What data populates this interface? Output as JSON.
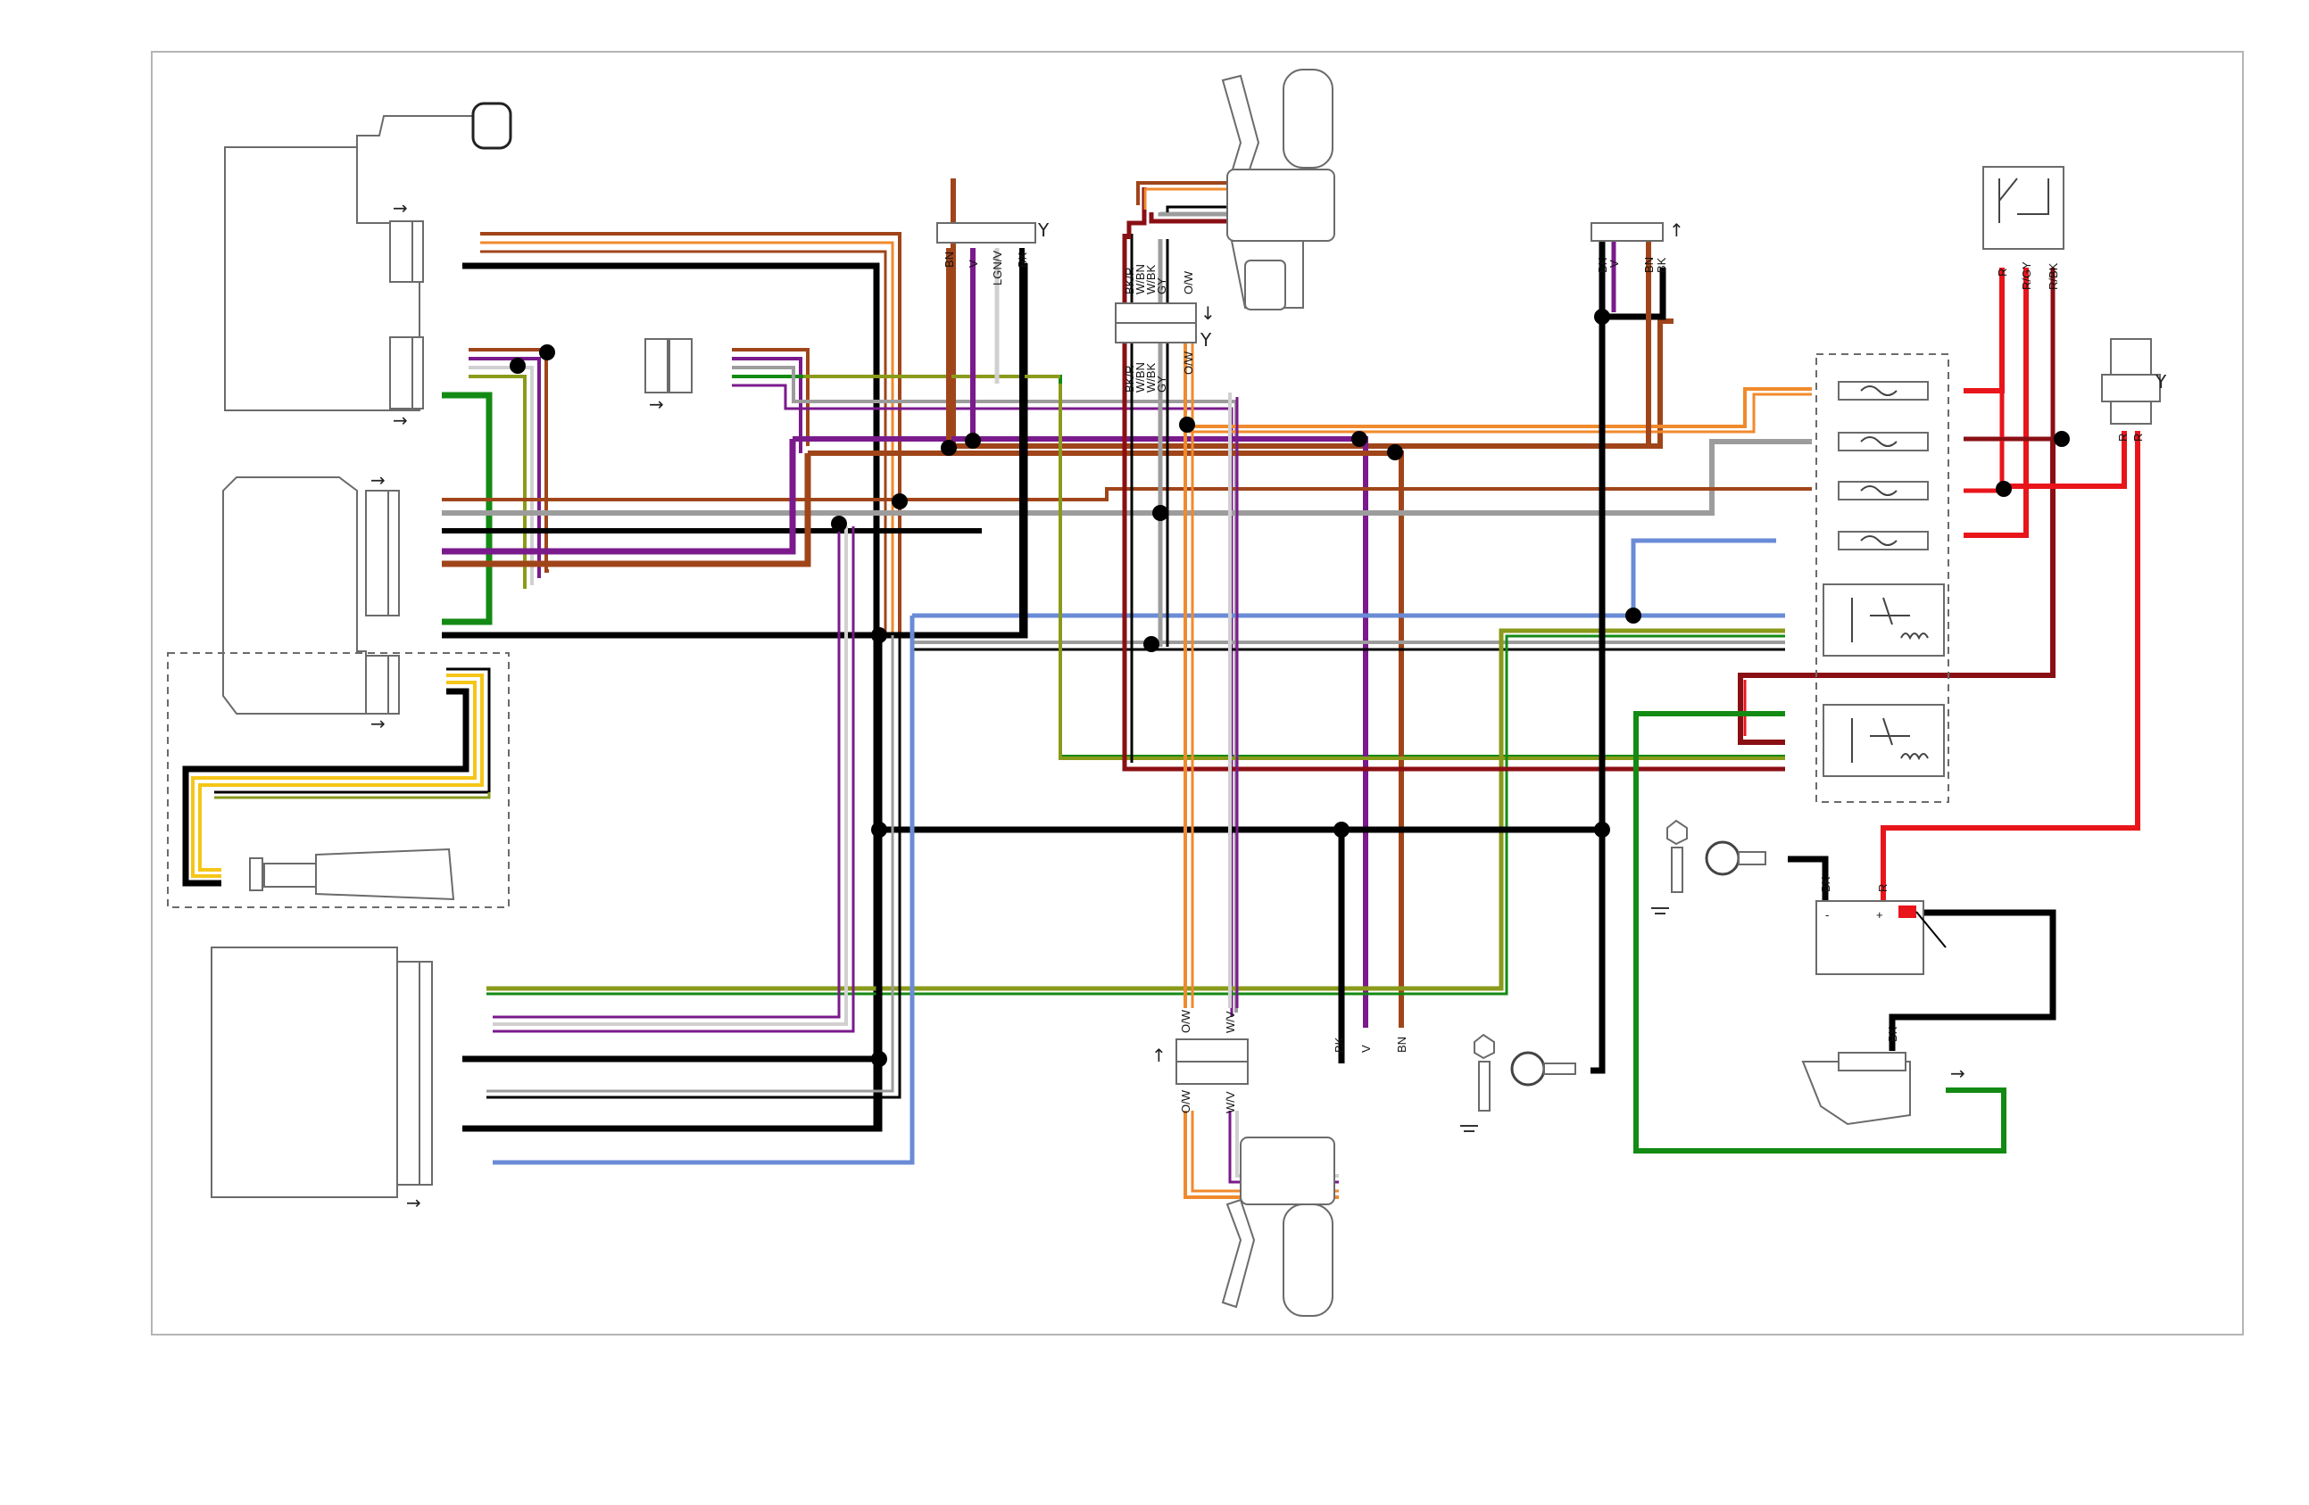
{
  "diagram": {
    "colors": {
      "black": "#000000",
      "brown": "#a0451a",
      "violet": "#7a1a8c",
      "green": "#138a13",
      "red": "#e8151b",
      "darkred": "#8a0f14",
      "orange": "#f08a2c",
      "yellow": "#f5c518",
      "blue": "#6a8bd6",
      "grey": "#9c9c9c",
      "olive": "#8a9a1a",
      "lightgrey": "#d0d0d0"
    },
    "connector_top_left": {
      "labels": [
        "BN",
        "V",
        "LGN/V",
        "BK"
      ]
    },
    "connector_top_mid_upper": {
      "labels": [
        "BK/R",
        "W/BN",
        "W/BK",
        "GY",
        "O/W"
      ]
    },
    "connector_top_mid_lower": {
      "labels": [
        "BK/R",
        "W/BN",
        "W/BK",
        "GY",
        "O/W"
      ]
    },
    "connector_top_right": {
      "labels": [
        "BK",
        "V",
        "BN",
        "BK"
      ]
    },
    "relay_top_right": {
      "labels": [
        "R",
        "R/GY",
        "R/BK"
      ]
    },
    "ignition_switch": {
      "labels": [
        "R",
        "R"
      ]
    },
    "battery": {
      "labels": [
        "BK",
        "R"
      ],
      "terminals": [
        "-",
        "+"
      ]
    },
    "starter": {
      "labels": [
        "BK"
      ]
    },
    "connector_bottom_mid": {
      "top_labels": [
        "O/W",
        "W/V"
      ],
      "bottom_labels": [
        "O/W",
        "W/V"
      ]
    },
    "ground_wires": {
      "labels": [
        "BK",
        "V",
        "BN"
      ]
    },
    "icons": [
      "sensor-icon",
      "switch-housing-icon",
      "fuse-icon",
      "relay-icon",
      "battery-icon",
      "starter-motor-icon",
      "ground-icon"
    ]
  }
}
